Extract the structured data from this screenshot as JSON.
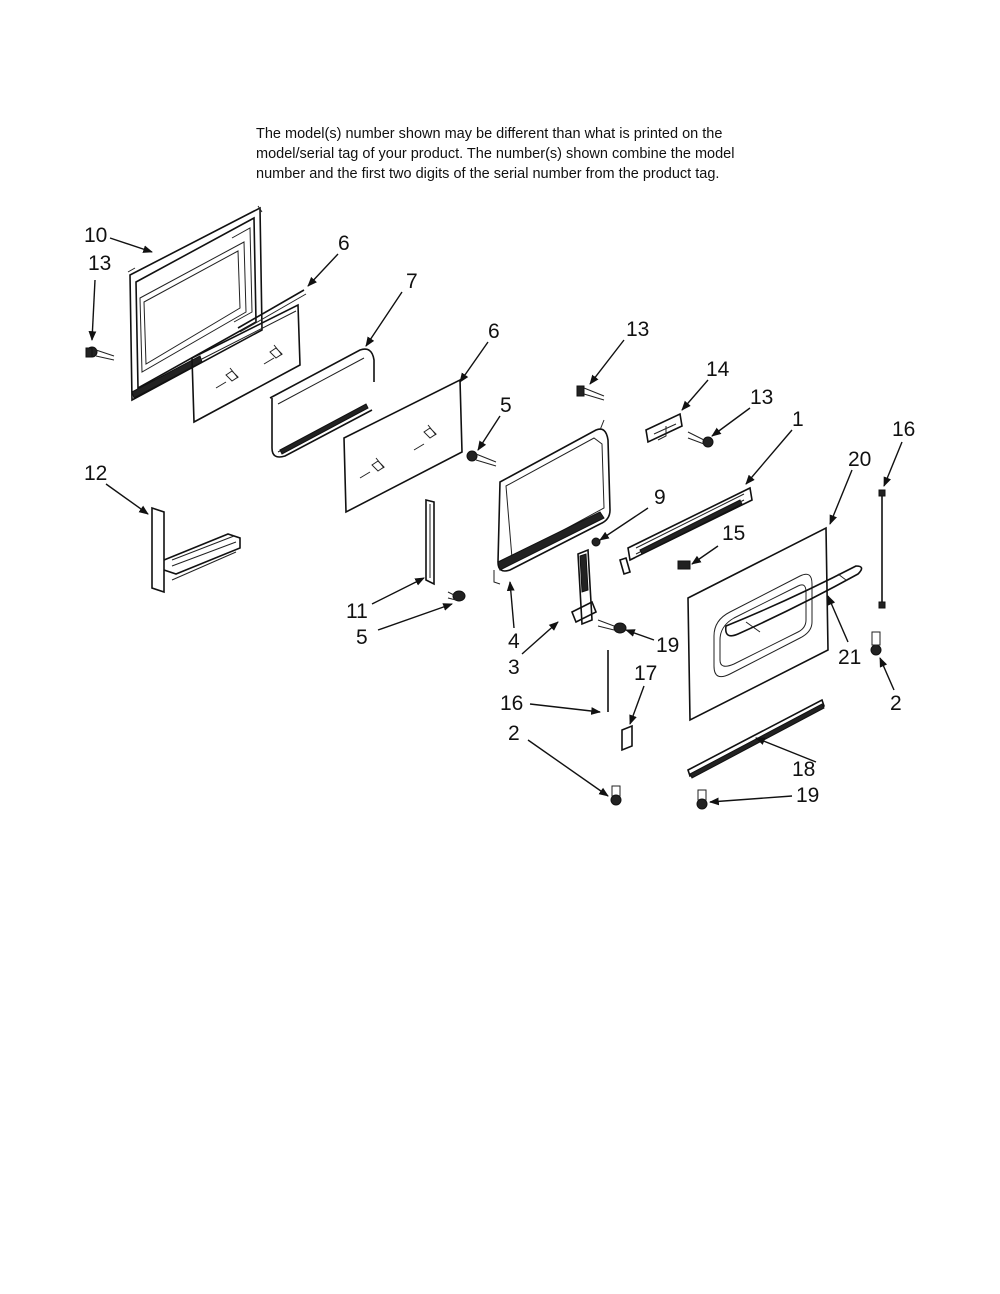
{
  "note": {
    "line1": "The model(s) number shown may be different than what is printed on the",
    "line2": "model/serial tag of your product. The number(s) shown combine the model",
    "line3": "number and the first two digits of the serial number from the product tag."
  },
  "callouts": [
    "10",
    "13",
    "6",
    "7",
    "6",
    "13",
    "14",
    "13",
    "1",
    "5",
    "16",
    "20",
    "12",
    "9",
    "15",
    "11",
    "5",
    "4",
    "19",
    "3",
    "21",
    "2",
    "17",
    "16",
    "2",
    "18",
    "19"
  ]
}
